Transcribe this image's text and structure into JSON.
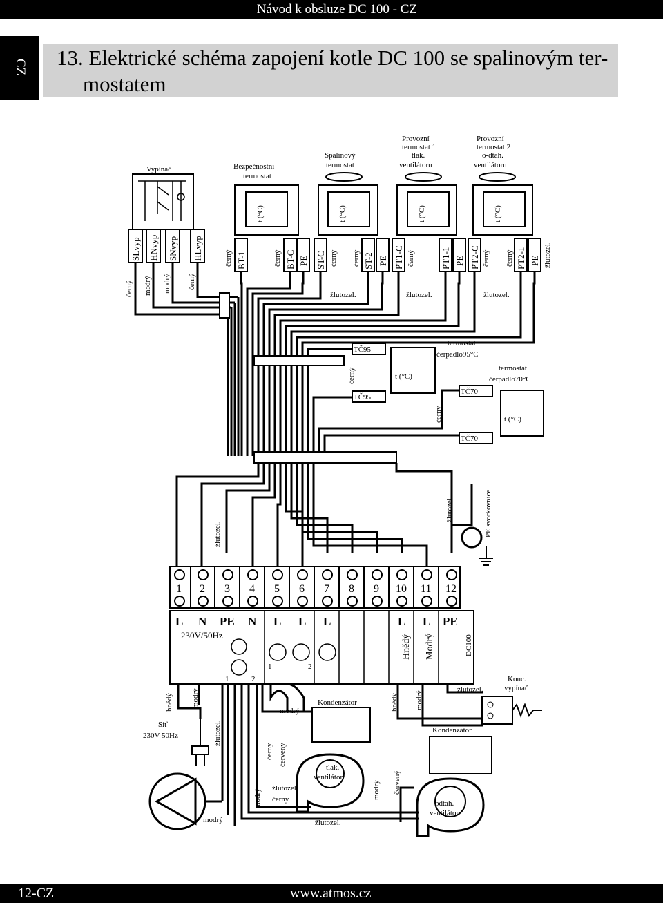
{
  "header": {
    "title": "Návod k obsluze DC 100 - CZ",
    "lang_tab": "CZ"
  },
  "section": {
    "title_line1": "13. Elektrické schéma zapojení kotle DC 100 se spalinovým ter-",
    "title_line2": "mostatem"
  },
  "footer": {
    "page": "12-CZ",
    "url": "www.atmos.cz"
  },
  "diagram": {
    "switch_title": "Vypínač",
    "switch_terminals": [
      "SLvyp",
      "HNvyp",
      "SNvyp",
      "HLvyp"
    ],
    "switch_wire_colors": [
      "černý",
      "modrý",
      "modrý",
      "černý"
    ],
    "thermostats": [
      {
        "title1": "Bezpečnostní",
        "title2": "termostat",
        "title3": "",
        "title4": "",
        "terminals": [
          "BT-1",
          "BT-C",
          "PE"
        ],
        "wires": [
          "černý",
          "černý",
          "žlutozel."
        ]
      },
      {
        "title1": "Spalinový",
        "title2": "termostat",
        "title3": "",
        "title4": "",
        "terminals": [
          "ST-C",
          "ST-2",
          "PE"
        ],
        "wires": [
          "černý",
          "černý",
          "žlutozel."
        ]
      },
      {
        "title1": "Provozní",
        "title2": "termostat 1",
        "title3": "tlak.",
        "title4": "ventilátoru",
        "terminals": [
          "PT1-C",
          "PT1-1",
          "PE"
        ],
        "wires": [
          "černý",
          "",
          "žlutozel."
        ]
      },
      {
        "title1": "Provozní",
        "title2": "termostat 2",
        "title3": "o-dtah.",
        "title4": "ventilátoru",
        "terminals": [
          "PT2-C",
          "PT2-1",
          "PE"
        ],
        "wires": [
          "černý",
          "černý",
          "žlutozel."
        ]
      }
    ],
    "temp_symbol": "t (°C)",
    "pump_thermostat_95": {
      "label1": "termostat",
      "label2": "čerpadlo95°C",
      "terminal": "TČ95",
      "wire": "černý"
    },
    "pump_thermostat_70": {
      "label1": "termostat",
      "label2": "čerpadlo70°C",
      "terminal": "TČ70",
      "wire": "černý"
    },
    "pe_terminal": "PE svorkovnice",
    "wire_yellow_green": "žlutozel.",
    "terminal_numbers": [
      "1",
      "2",
      "3",
      "4",
      "5",
      "6",
      "7",
      "8",
      "9",
      "10",
      "11",
      "12"
    ],
    "block_labels": [
      "L",
      "N",
      "PE",
      "N",
      "L",
      "L",
      "L",
      "",
      "",
      "L",
      "L",
      "PE"
    ],
    "supply_label": "230V/50Hz",
    "motor_labels": [
      "1",
      "2",
      "1",
      "2"
    ],
    "side_labels": [
      "Hnědý",
      "Modrý"
    ],
    "model": "DC100",
    "end_switch": {
      "label1": "Konc.",
      "label2": "vypínač"
    },
    "mains": {
      "label1": "Síť",
      "label2": "230V  50Hz"
    },
    "capacitor": "Kondenzátor",
    "fan_pressure": {
      "label1": "tlak.",
      "label2": "ventilátor"
    },
    "fan_exhaust": {
      "label1": "odtah.",
      "label2": "ventilátor"
    },
    "wire_colors_bottom": {
      "hnedy": "hnědý",
      "modry": "modrý",
      "cerny": "černý",
      "cerveny": "červený",
      "zlutozel": "žlutozel."
    }
  }
}
